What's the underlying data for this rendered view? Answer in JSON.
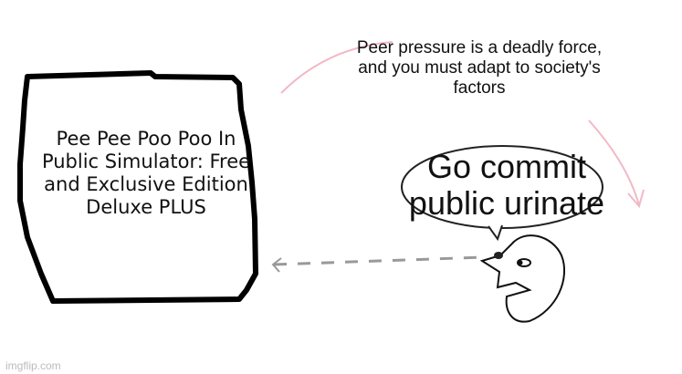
{
  "game_box": {
    "label": "Pee Pee Poo Poo In Public Simulator: Free and Exclusive Edition Deluxe PLUS",
    "border_color": "#000000"
  },
  "caption": {
    "text": "Peer pressure is a deadly force, and you must adapt to society's factors",
    "arrow_color": "#f2b8c6"
  },
  "speech_bubble": {
    "text": "Go commit public urinate"
  },
  "character": {
    "gaze_arrow_color": "#999999"
  },
  "watermark": {
    "text": "imgflip.com"
  }
}
